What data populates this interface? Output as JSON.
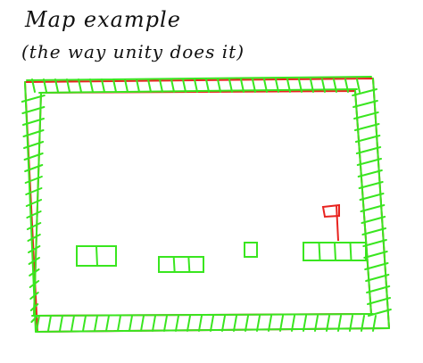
{
  "title": "Map example",
  "subtitle": "(the way unity does it)",
  "colors": {
    "ink": "#111111",
    "outline": "#e8231f",
    "tile": "#39e61f",
    "flag": "#e8231f"
  },
  "map": {
    "border_tiles": "green tiled boundary wall around the whole map",
    "platforms": [
      {
        "name": "platform-left",
        "tiles": 2
      },
      {
        "name": "platform-middle",
        "tiles": 3
      },
      {
        "name": "platform-small",
        "tiles": 1
      },
      {
        "name": "platform-right",
        "tiles": 4
      }
    ],
    "goal": "red flag on the right platform"
  }
}
